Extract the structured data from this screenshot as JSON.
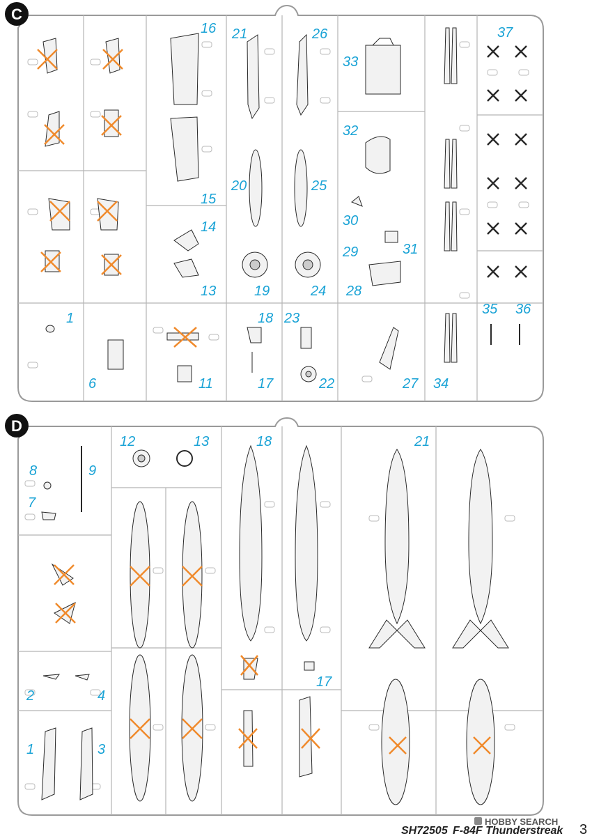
{
  "colors": {
    "sprue_line": "#9a9a9a",
    "part_line": "#2a2a2a",
    "part_number": "#1aa3d6",
    "cross_mark": "#f08a2c",
    "badge": "#111111"
  },
  "sprues": [
    {
      "label": "C",
      "parts": [
        {
          "n": "1"
        },
        {
          "n": "6"
        },
        {
          "n": "11"
        },
        {
          "n": "13"
        },
        {
          "n": "14"
        },
        {
          "n": "15"
        },
        {
          "n": "16"
        },
        {
          "n": "17"
        },
        {
          "n": "18"
        },
        {
          "n": "19"
        },
        {
          "n": "20"
        },
        {
          "n": "21"
        },
        {
          "n": "22"
        },
        {
          "n": "23"
        },
        {
          "n": "24"
        },
        {
          "n": "25"
        },
        {
          "n": "26"
        },
        {
          "n": "27"
        },
        {
          "n": "28"
        },
        {
          "n": "29"
        },
        {
          "n": "30"
        },
        {
          "n": "31"
        },
        {
          "n": "32"
        },
        {
          "n": "33"
        },
        {
          "n": "34"
        },
        {
          "n": "35"
        },
        {
          "n": "36"
        },
        {
          "n": "37"
        }
      ]
    },
    {
      "label": "D",
      "parts": [
        {
          "n": "1"
        },
        {
          "n": "2"
        },
        {
          "n": "3"
        },
        {
          "n": "4"
        },
        {
          "n": "7"
        },
        {
          "n": "8"
        },
        {
          "n": "9"
        },
        {
          "n": "12"
        },
        {
          "n": "13"
        },
        {
          "n": "17"
        },
        {
          "n": "18"
        },
        {
          "n": "21"
        }
      ]
    }
  ],
  "footer": {
    "code": "SH72505",
    "model": "F-84F Thunderstreak",
    "page": "3"
  },
  "watermark": {
    "text": "HOBBY SEARCH"
  }
}
